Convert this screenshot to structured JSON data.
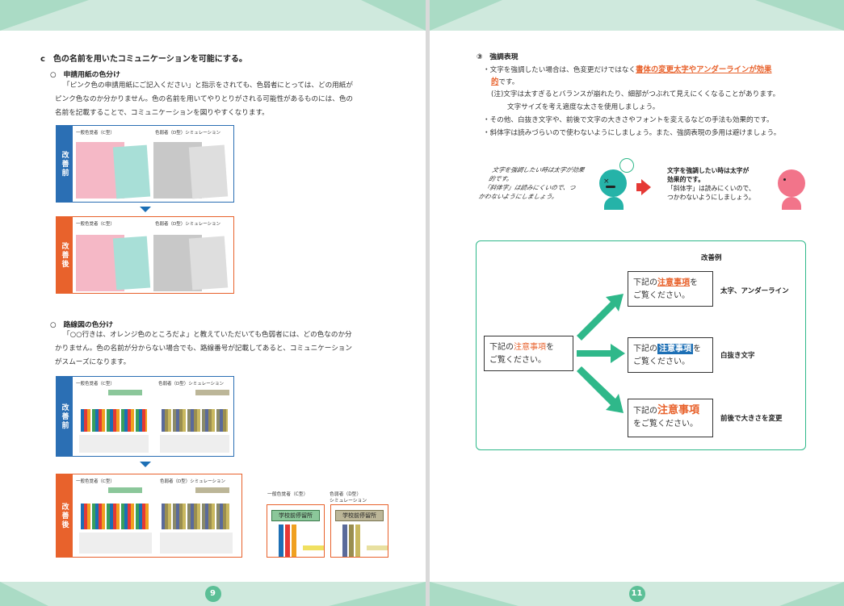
{
  "left": {
    "section_title": "c　色の名前を用いたコミュニケーションを可能にする。",
    "sub1": {
      "title": "申請用紙の色分け",
      "lines": [
        "「ピンク色の申請用紙にご記入ください」と指示をされても、色弱者にとっては、どの用紙が",
        "ピンク色なのか分かりません。色の名前を用いてやりとりがされる可能性があるものには、色の",
        "名前を記載することで、コミュニケーションを図りやすくなります。"
      ]
    },
    "sub2": {
      "title": "路線図の色分け",
      "lines": [
        "「○○行きは、オレンジ色のところだよ」と教えていただいても色弱者には、どの色なのか分",
        "かりません。色の名前が分からない場合でも、路線番号が記載してあると、コミュニケーション",
        "がスムーズになります。"
      ]
    },
    "before_label": "改善前",
    "after_label": "改善後",
    "cap_c": "一般色覚者（C型）",
    "cap_d": "色弱者（D型）シミュレーション",
    "side_cap_c": "一般色覚者（C型）",
    "side_cap_d_1": "色弱者（D型）",
    "side_cap_d_2": "シミュレーション",
    "bus_stop": "学校前停留所",
    "page_number": "9"
  },
  "right": {
    "item_title": "③　強調表現",
    "bullet1_pre": "・文字を強調したい場合は、色変更だけではなく",
    "bullet1_hl_1": "書体の変更太字やアンダーラインが効果",
    "bullet1_hl_2": "的",
    "bullet1_post": "です。",
    "note1": "(注)文字は太すぎるとバランスが崩れたり、細部がつぶれて見えにくくなることがあります。",
    "note2": "文字サイズを考え適度な太さを使用しましょう。",
    "bullet2": "・その他、白抜き文字や、前後で文字の大きさやフォントを変えるなどの手法も効果的です。",
    "bullet3": "・斜体字は読みづらいので使わないようにしましょう。また、強調表現の多用は避けましょう。",
    "bad_1": "文字を強調したい時は太字が効果",
    "bad_2": "的です。",
    "bad_3": "「斜体字」は読みにくいので、つ",
    "bad_4": "かわないようにしましょう。",
    "good_1": "文字を強調したい時は太字が",
    "good_2": "効果的です。",
    "good_3": "「斜体字」は読みにくいので、",
    "good_4": "つかわないようにしましょう。",
    "example_title": "改善例",
    "src_pre": "下記の",
    "src_hl": "注意事項",
    "src_post": "を",
    "src_line2": "ご覧ください。",
    "ex1_pre": "下記の",
    "ex1_hl": "注意事項",
    "ex1_post": "を",
    "ex1_line2": "ご覧ください。",
    "ex1_label": "太字、アンダーライン",
    "ex2_pre": "下記の",
    "ex2_hl": "注意事項",
    "ex2_post": "を",
    "ex2_line2": "ご覧ください。",
    "ex2_label": "白抜き文字",
    "ex3_pre": "下記の",
    "ex3_hl": "注意事項",
    "ex3_line2": "をご覧ください。",
    "ex3_label": "前後で大きさを変更",
    "page_number": "11"
  },
  "colors": {
    "green_band": "#cfe9dd",
    "accent_green": "#2fb88a",
    "blue": "#1c6fb5",
    "orange": "#e8622c",
    "red_arrow": "#e53935"
  }
}
